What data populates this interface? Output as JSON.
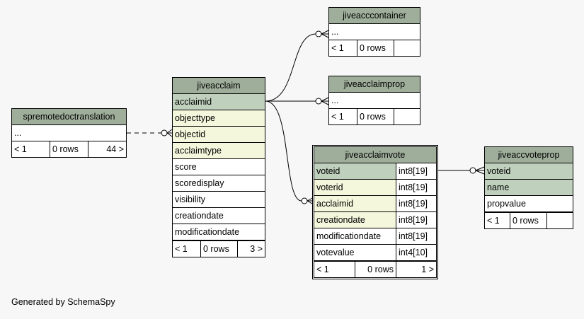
{
  "tables": {
    "spremotedoctranslation": {
      "name": "spremotedoctranslation",
      "columns": [
        "..."
      ],
      "footer": [
        "< 1",
        "0 rows",
        "44 >"
      ]
    },
    "jiveacclaim": {
      "name": "jiveacclaim",
      "columns": [
        "acclaimid",
        "objecttype",
        "objectid",
        "acclaimtype",
        "score",
        "scoredisplay",
        "visibility",
        "creationdate",
        "modificationdate"
      ],
      "footer": [
        "< 1",
        "0 rows",
        "3 >"
      ]
    },
    "jiveacccontainer": {
      "name": "jiveacccontainer",
      "columns": [
        "..."
      ],
      "footer": [
        "< 1",
        "0 rows",
        ""
      ]
    },
    "jiveacclaimprop": {
      "name": "jiveacclaimprop",
      "columns": [
        "..."
      ],
      "footer": [
        "< 1",
        "0 rows",
        ""
      ]
    },
    "jiveacclaimvote": {
      "name": "jiveacclaimvote",
      "columns": [
        {
          "name": "voteid",
          "type": "int8[19]"
        },
        {
          "name": "voterid",
          "type": "int8[19]"
        },
        {
          "name": "acclaimid",
          "type": "int8[19]"
        },
        {
          "name": "creationdate",
          "type": "int8[19]"
        },
        {
          "name": "modificationdate",
          "type": "int8[19]"
        },
        {
          "name": "votevalue",
          "type": "int4[10]"
        }
      ],
      "footer": [
        "< 1",
        "0 rows",
        "1 >"
      ]
    },
    "jiveaccvoteprop": {
      "name": "jiveaccvoteprop",
      "columns": [
        "voteid",
        "name",
        "propvalue"
      ],
      "footer": [
        "< 1",
        "0 rows",
        ""
      ]
    }
  },
  "footer_text": "Generated by SchemaSpy",
  "colors": {
    "header": "#9fae9b",
    "primary_key": "#bfd0bd",
    "foreign_key": "#f4f7dc",
    "background": "#f7f7f7"
  }
}
